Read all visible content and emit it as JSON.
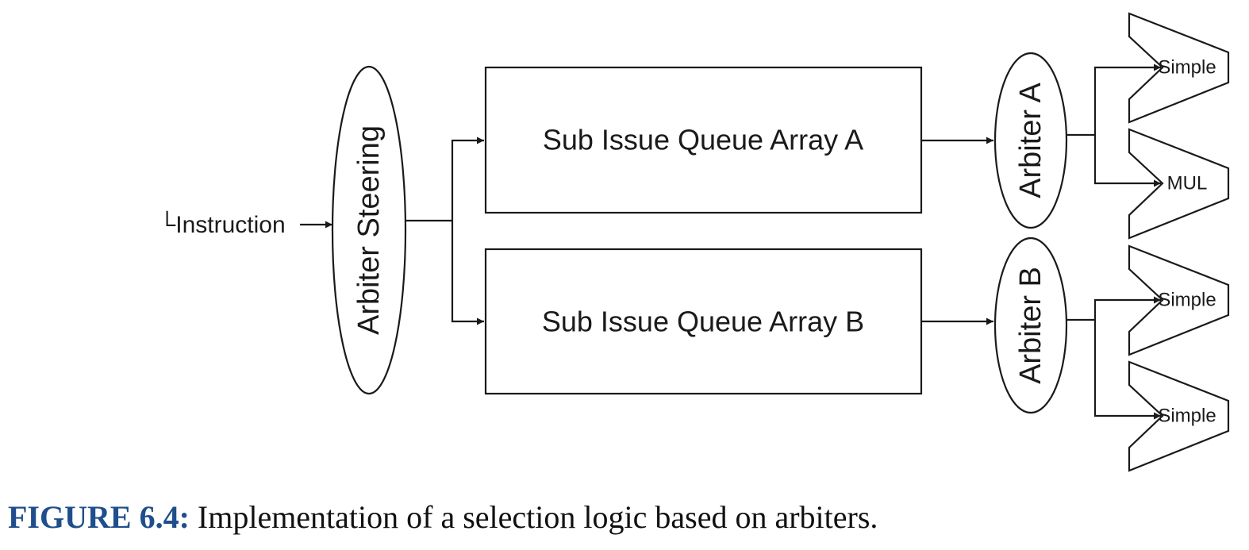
{
  "diagram": {
    "input_label": "└Instruction",
    "steering_label": "Arbiter Steering",
    "queue_a_label": "Sub Issue Queue Array A",
    "queue_b_label": "Sub Issue Queue Array B",
    "arbiter_a_label": "Arbiter A",
    "arbiter_b_label": "Arbiter B",
    "units": [
      "Simple",
      "MUL",
      "Simple",
      "Simple"
    ]
  },
  "caption": {
    "figure_number": "FIGURE 6.4:",
    "text": "Implementation of a selection logic based on arbiters."
  }
}
